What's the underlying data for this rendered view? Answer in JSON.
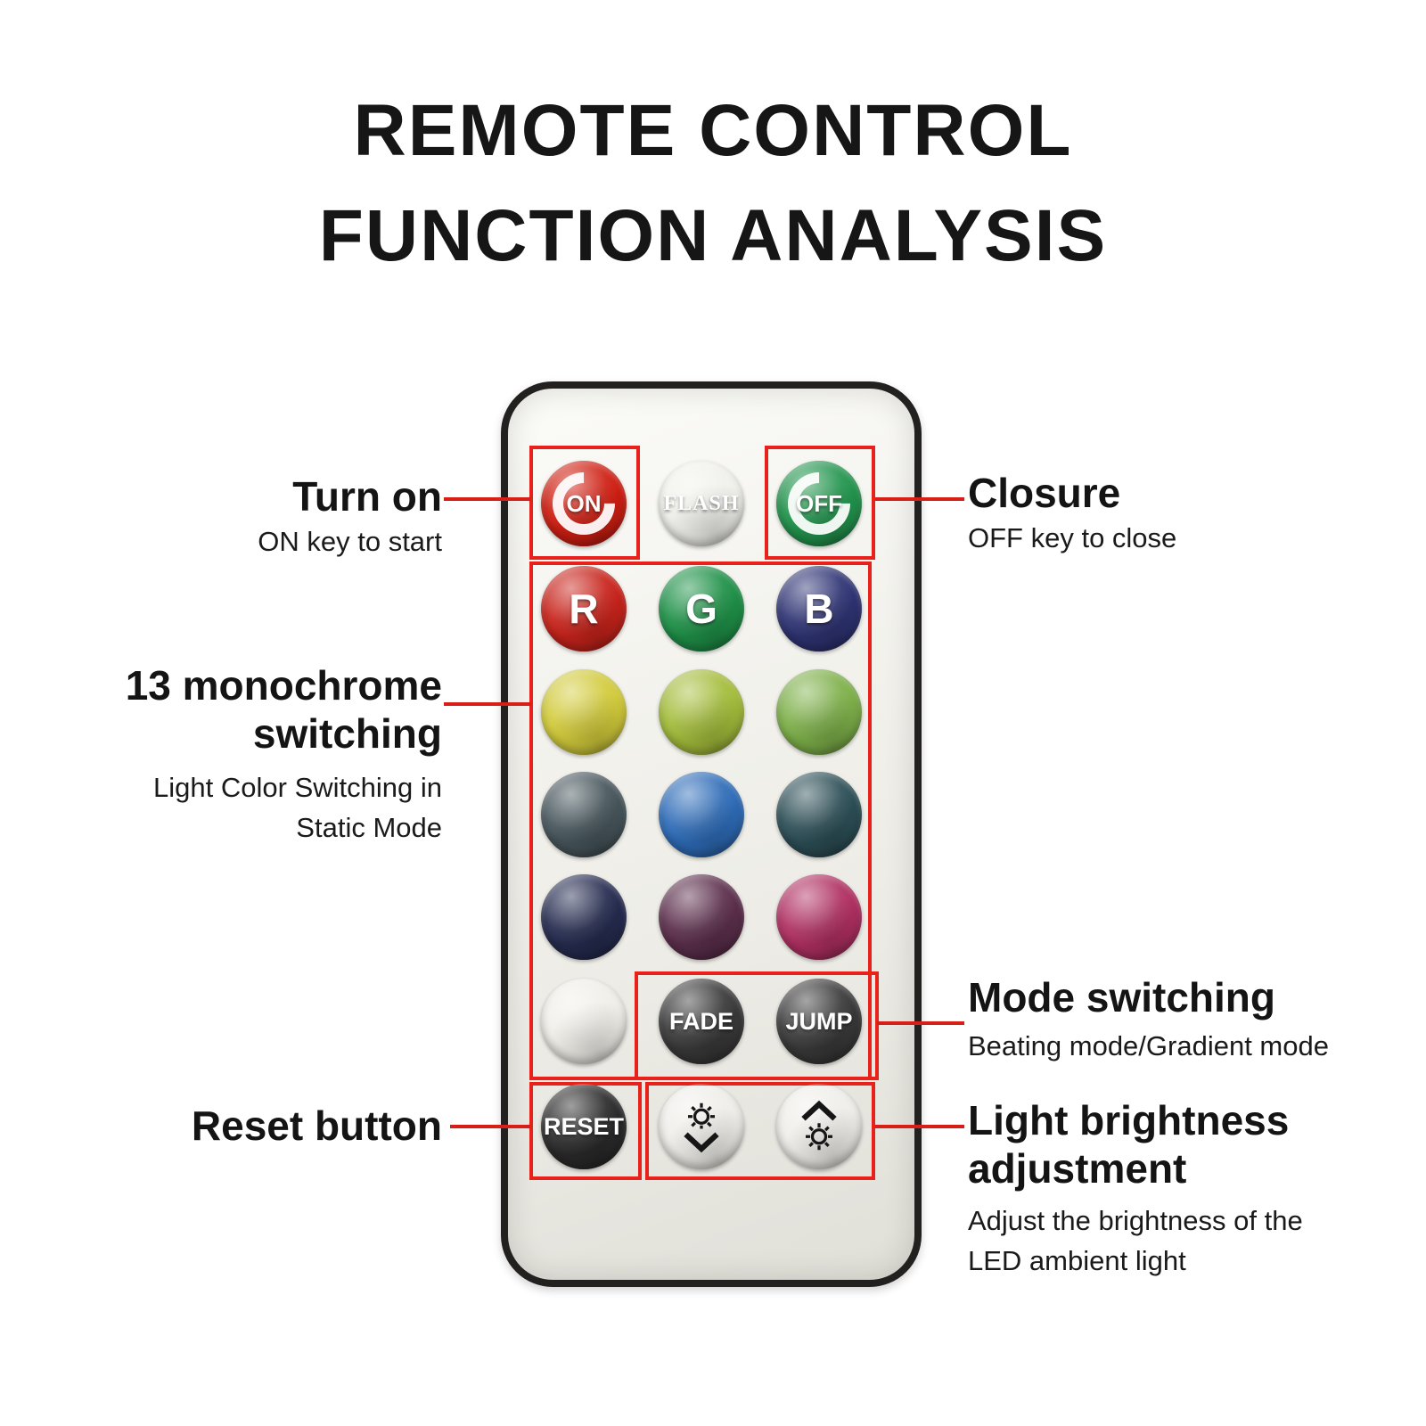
{
  "title": {
    "line1": "REMOTE CONTROL",
    "line2": "FUNCTION ANALYSIS"
  },
  "ann": {
    "turn_on": {
      "label": "Turn on",
      "sub": "ON key to start"
    },
    "closure": {
      "label": "Closure",
      "sub": "OFF key to close"
    },
    "mono": {
      "label": "13 monochrome switching",
      "sub": "Light Color Switching in Static Mode"
    },
    "reset": {
      "label": "Reset button"
    },
    "mode": {
      "label": "Mode switching",
      "sub": "Beating mode/Gradient mode"
    },
    "brightness": {
      "label": "Light brightness adjustment",
      "sub": "Adjust the brightness of the LED ambient light"
    }
  },
  "remote": {
    "on": "ON",
    "flash": "FLASH",
    "off": "OFF",
    "r": "R",
    "g": "G",
    "b": "B",
    "fade": "FADE",
    "jump": "JUMP",
    "reset": "RESET"
  },
  "icons": {
    "brightness_down": "sun-with-down-chevron-icon",
    "brightness_up": "sun-with-up-chevron-icon",
    "on_ring": "c-ring-icon",
    "off_ring": "c-ring-icon"
  },
  "palette": {
    "highlight_box": "#e8221a",
    "on": "#cf1f12",
    "off": "#23954e",
    "flash": "#f1f1ec",
    "r": "#c8241c",
    "g": "#1f9148",
    "b": "#2f3474",
    "yellow": "#d2cb3c",
    "yellow_green": "#a4bd3c",
    "green": "#7eb04a",
    "slate": "#47565c",
    "blue": "#2e6cb8",
    "teal": "#2d4f57",
    "navy": "#262c50",
    "plum": "#5c2f4c",
    "magenta": "#b03062",
    "white_btn": "#f0efe9",
    "fade_btn": "#3a3a3a",
    "jump_btn": "#3a3a3a",
    "reset_btn": "#2b2b2b",
    "silver_btn": "#efeeea"
  }
}
